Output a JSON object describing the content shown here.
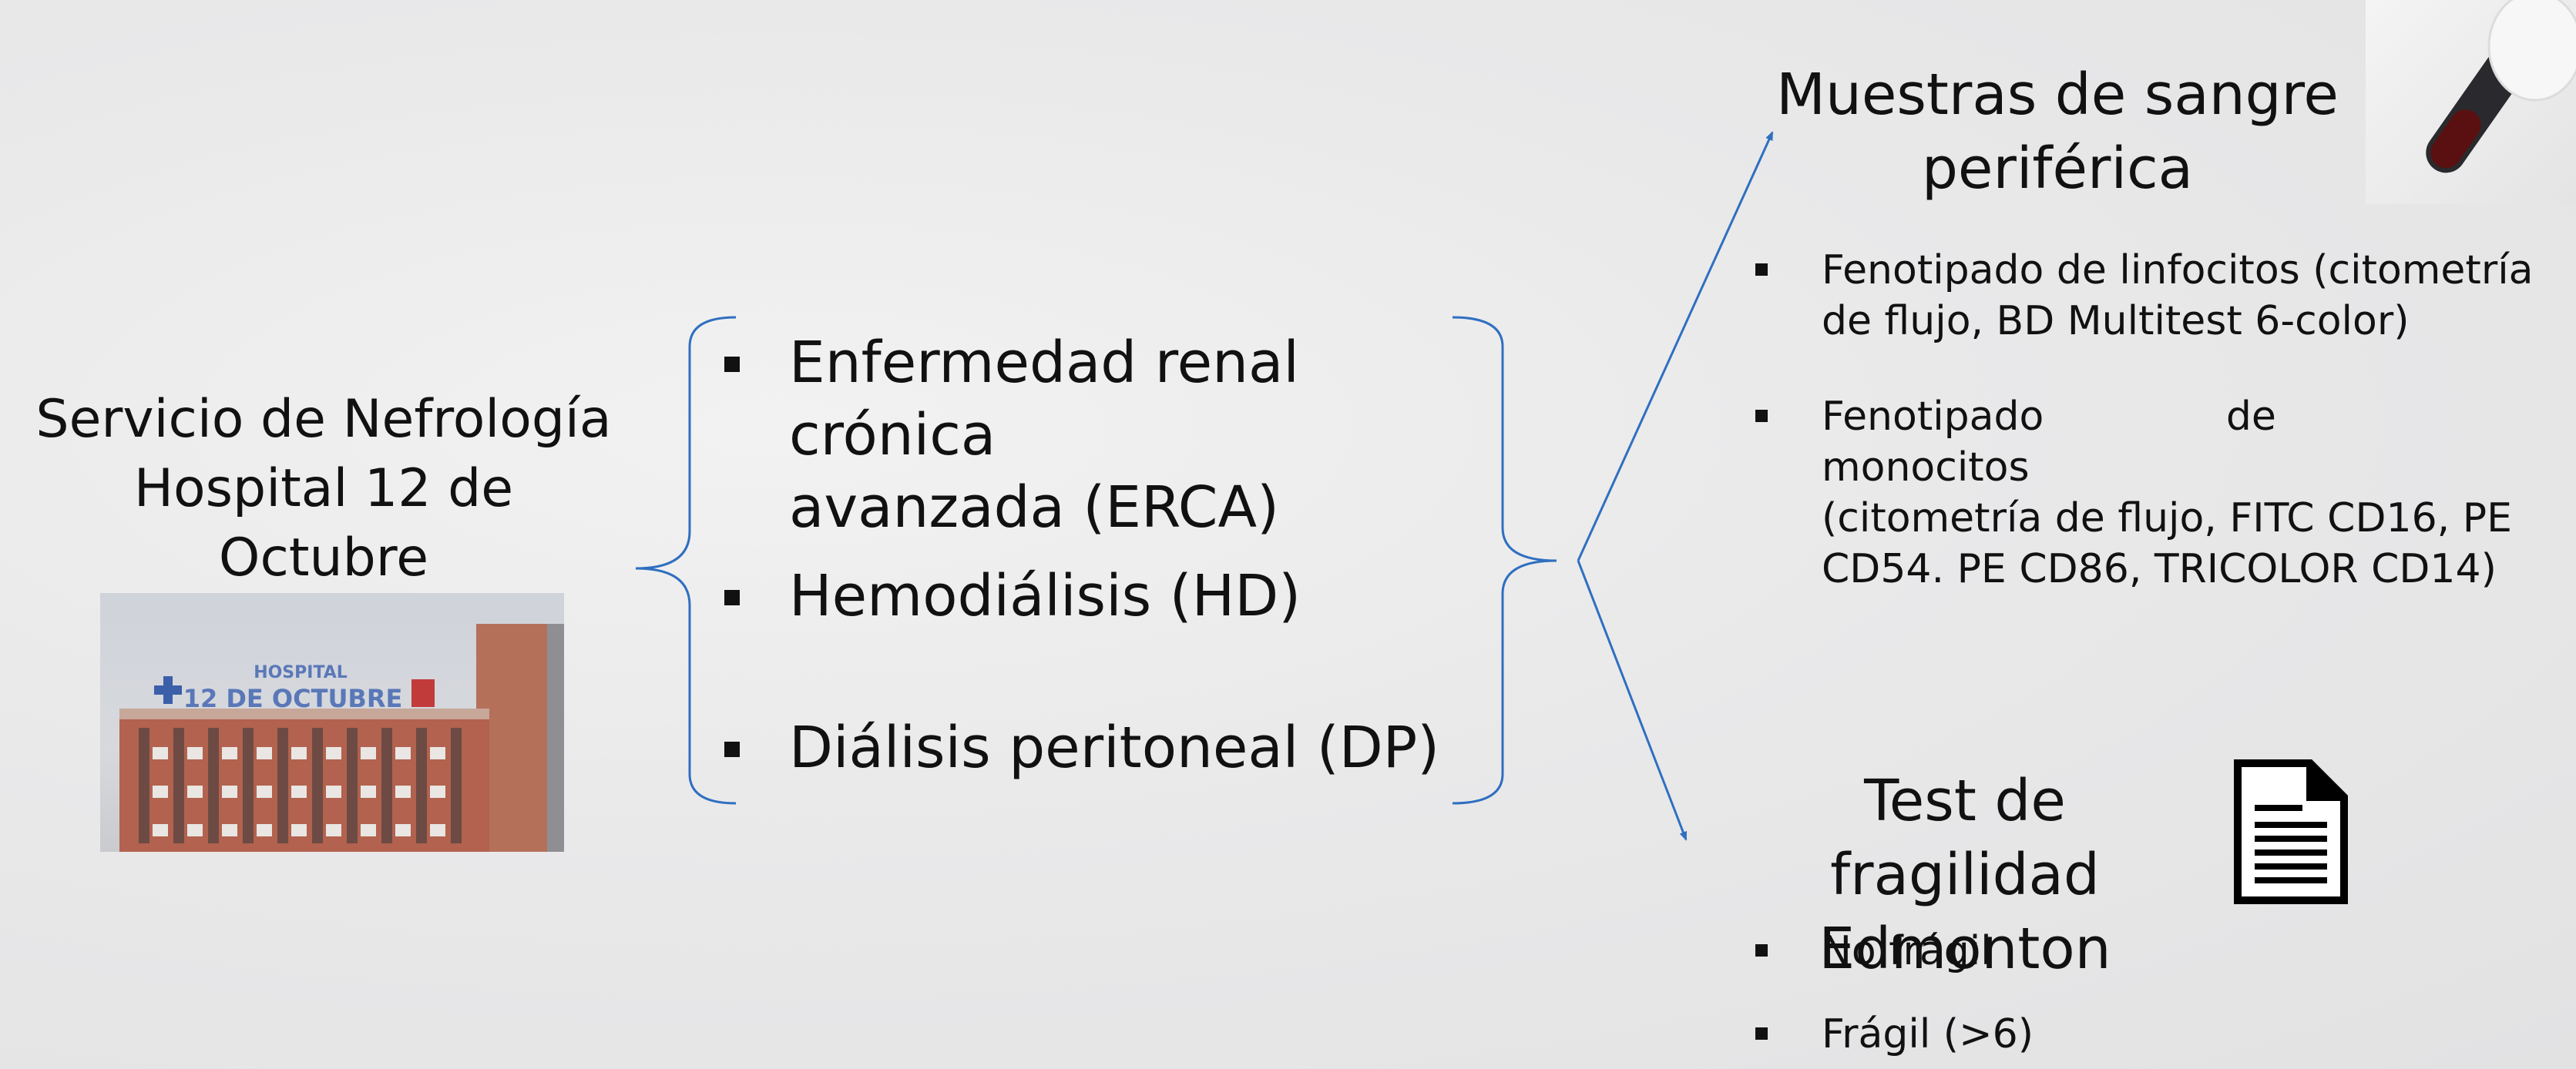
{
  "left": {
    "title_line1": "Servicio de Nefrología",
    "title_line2": "Hospital 12 de",
    "title_line3": "Octubre",
    "building_sign_top": "HOSPITAL",
    "building_sign_bottom": "12 DE OCTUBRE"
  },
  "middle": {
    "items": [
      {
        "line1": "Enfermedad renal crónica",
        "line2": "avanzada (ERCA)"
      },
      {
        "line1": "Hemodiálisis (HD)"
      },
      {
        "line1": "Diálisis peritoneal (DP)"
      }
    ]
  },
  "right_top": {
    "title_line1": "Muestras de sangre",
    "title_line2": "periférica",
    "items": [
      {
        "line1": "Fenotipado de linfocitos (citometría",
        "line2": "de flujo, BD Multitest 6-color)"
      },
      {
        "line1": "Fenotipado de monocitos",
        "line2": "(citometría de flujo, FITC CD16, PE",
        "line3": "CD54. PE CD86, TRICOLOR CD14)"
      }
    ]
  },
  "right_bottom": {
    "title_line1": "Test de fragilidad",
    "title_line2": "Edmonton",
    "items": [
      "No frágil",
      "Frágil (>6)"
    ]
  },
  "colors": {
    "accent": "#2f6fc0",
    "text": "#111111"
  },
  "icons": [
    "blood-tube-photo",
    "document-icon",
    "hospital-building-photo"
  ]
}
